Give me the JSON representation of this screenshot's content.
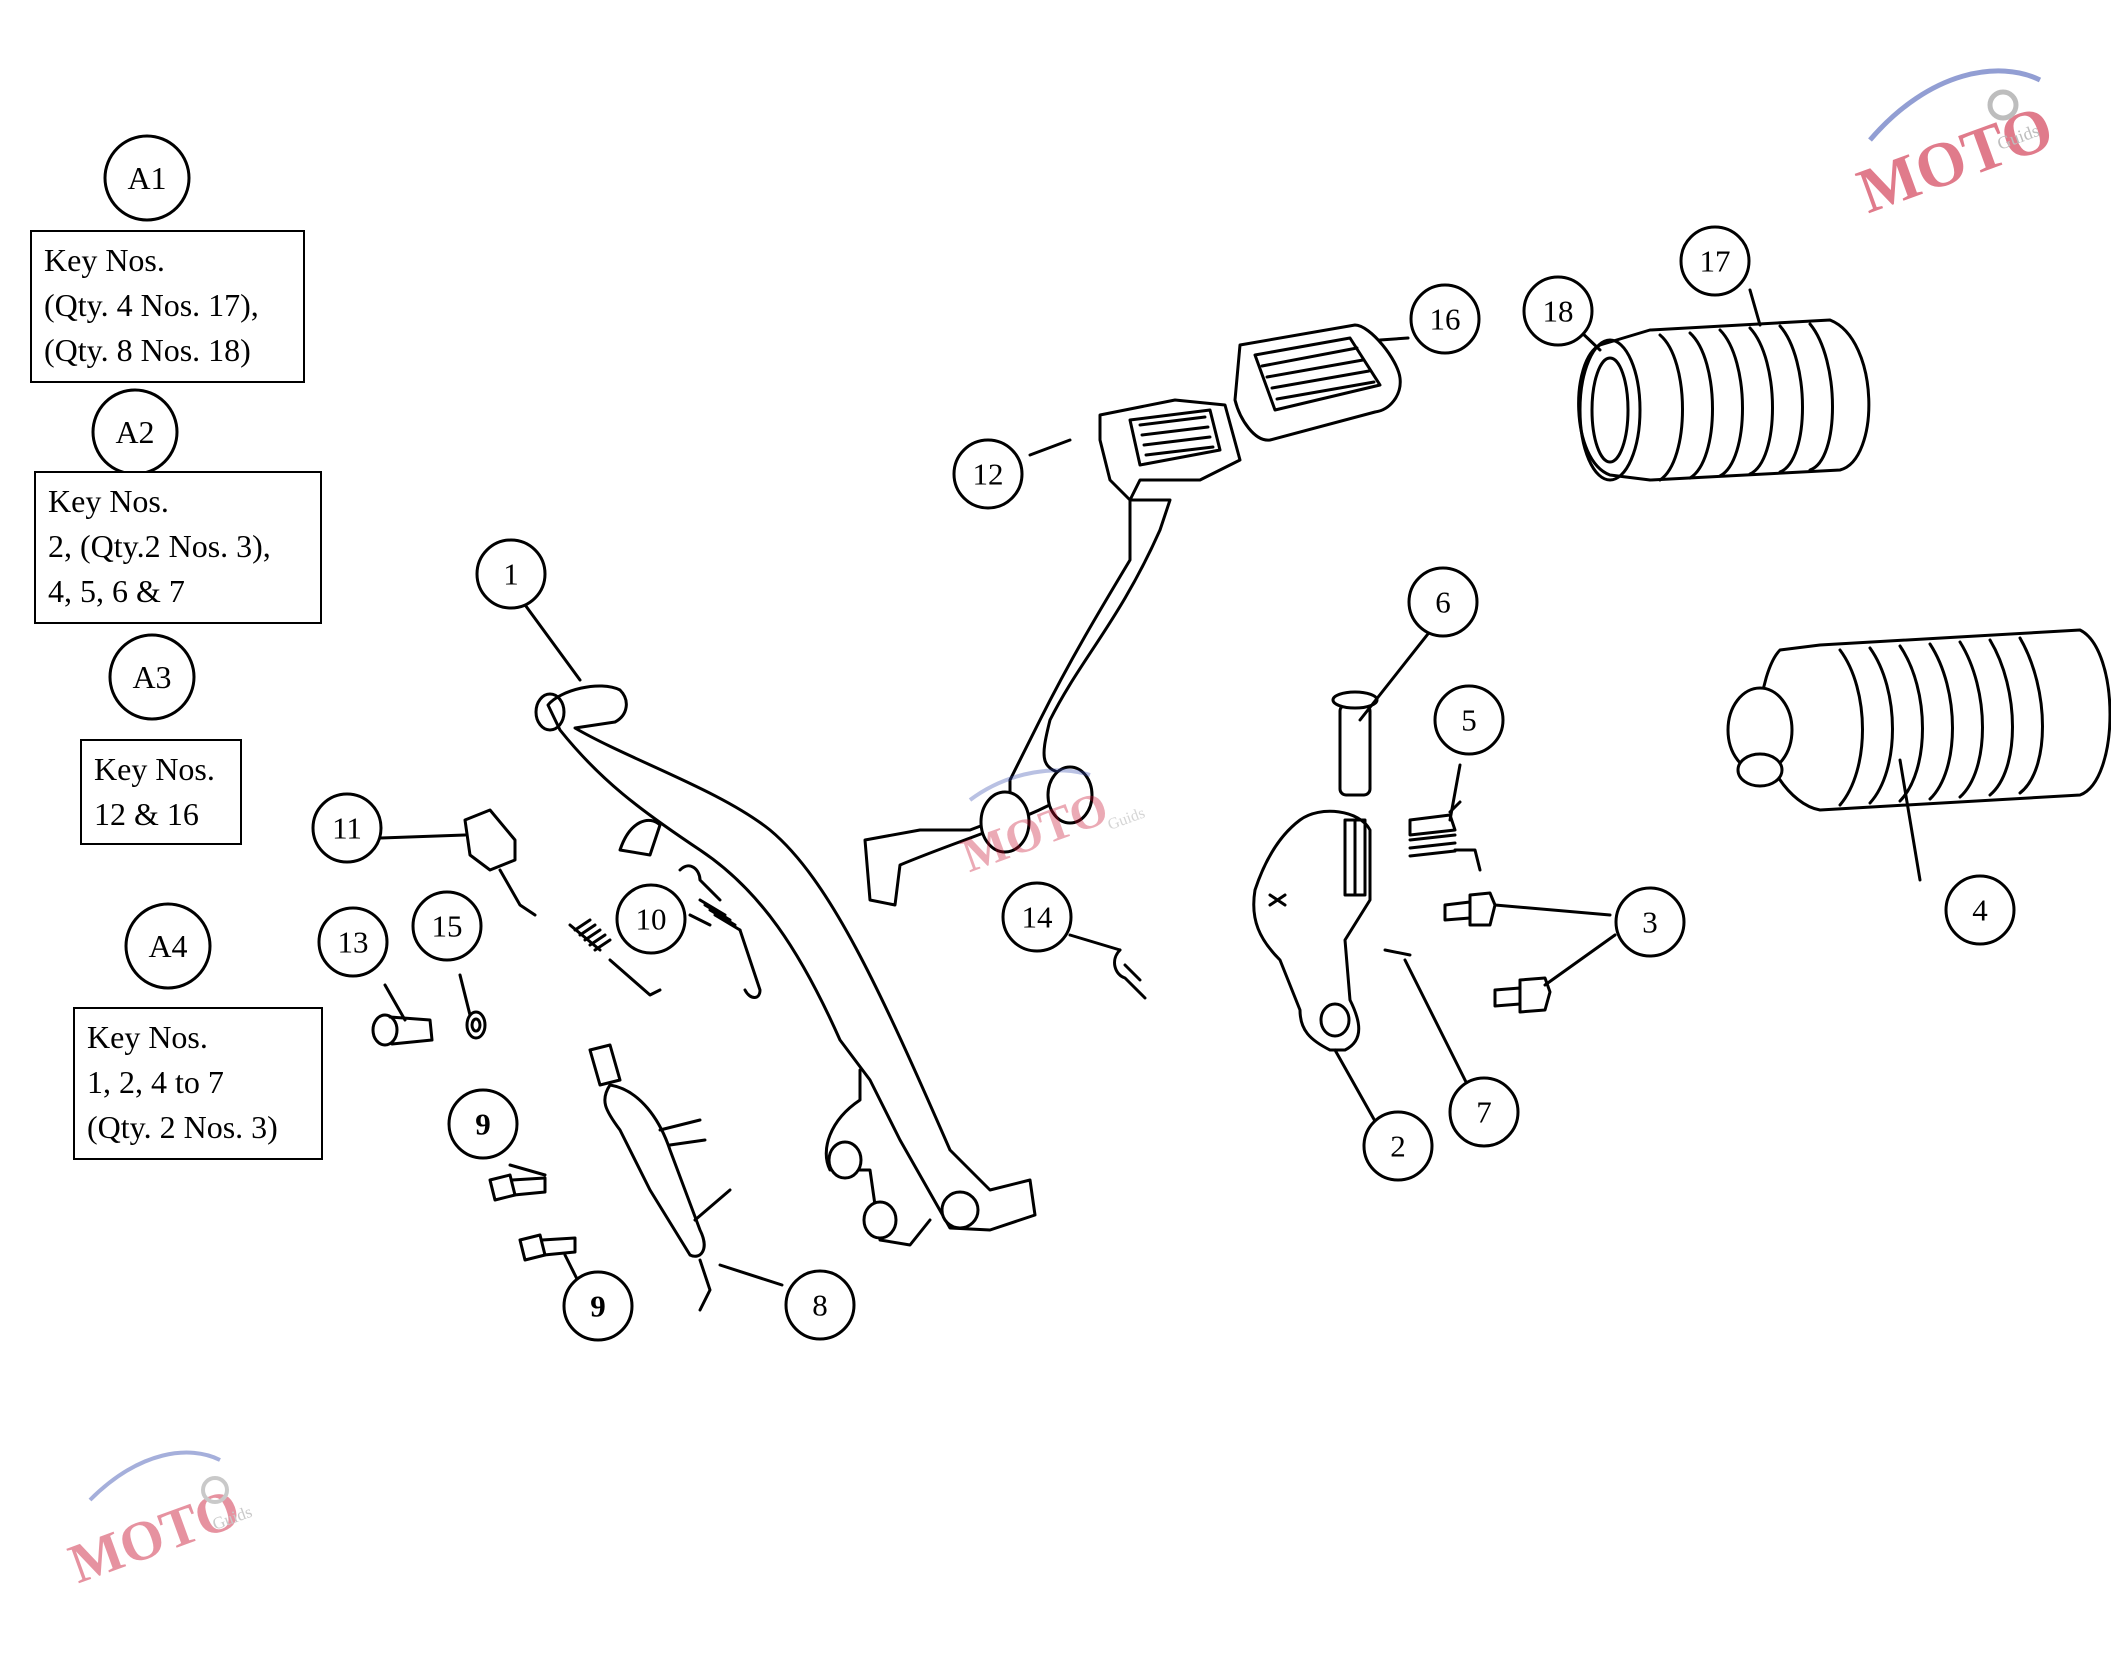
{
  "kits": [
    {
      "id": "A1",
      "lines": [
        "Key Nos.",
        "(Qty. 4 Nos. 17),",
        "(Qty. 8 Nos. 18)"
      ]
    },
    {
      "id": "A2",
      "lines": [
        "Key Nos.",
        "2, (Qty.2 Nos. 3),",
        "4, 5, 6 & 7"
      ]
    },
    {
      "id": "A3",
      "lines": [
        "Key Nos.",
        "12 & 16"
      ]
    },
    {
      "id": "A4",
      "lines": [
        "Key Nos.",
        "1, 2, 4 to 7",
        "(Qty. 2 Nos. 3)"
      ]
    }
  ],
  "callouts": [
    "1",
    "2",
    "3",
    "4",
    "5",
    "6",
    "7",
    "8",
    "9",
    "9",
    "10",
    "11",
    "12",
    "13",
    "14",
    "15",
    "16",
    "17",
    "18"
  ],
  "watermark": {
    "brand": "MOTO",
    "sub": "Guids",
    "accent": "#c8102e",
    "swoosh": "#3a4fb0"
  }
}
